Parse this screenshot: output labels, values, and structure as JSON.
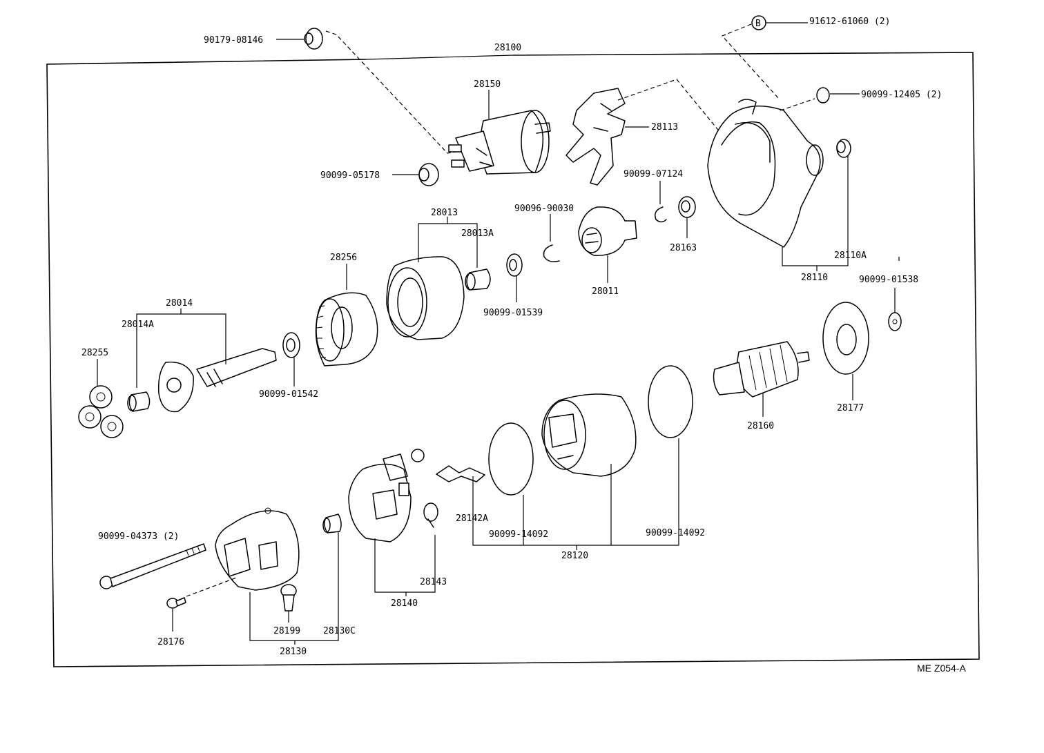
{
  "diagram": {
    "figure_code": "ME Z054-A",
    "assembly_label": "28100",
    "callout_marker": "B",
    "labels": {
      "p28100": "28100",
      "p90179_08146": "90179-08146",
      "p91612_61060": "91612-61060 (2)",
      "p28150": "28150",
      "p28113": "28113",
      "p90099_12405": "90099-12405 (2)",
      "p90099_05178": "90099-05178",
      "p90099_07124": "90099-07124",
      "p28013": "28013",
      "p28013A": "28013A",
      "p90096_90030": "90096-90030",
      "p28163": "28163",
      "p28110A": "28110A",
      "p28110": "28110",
      "p28256": "28256",
      "p28011": "28011",
      "p90099_01539": "90099-01539",
      "p90099_01538": "90099-01538",
      "p28014": "28014",
      "p28014A": "28014A",
      "p28255": "28255",
      "p90099_01542": "90099-01542",
      "p28160": "28160",
      "p28177": "28177",
      "p28142A": "28142A",
      "p90099_14092_a": "90099-14092",
      "p90099_14092_b": "90099-14092",
      "p28120": "28120",
      "p90099_04373": "90099-04373 (2)",
      "p28143": "28143",
      "p28140": "28140",
      "p28176": "28176",
      "p28199": "28199",
      "p28130C": "28130C",
      "p28130": "28130"
    }
  }
}
